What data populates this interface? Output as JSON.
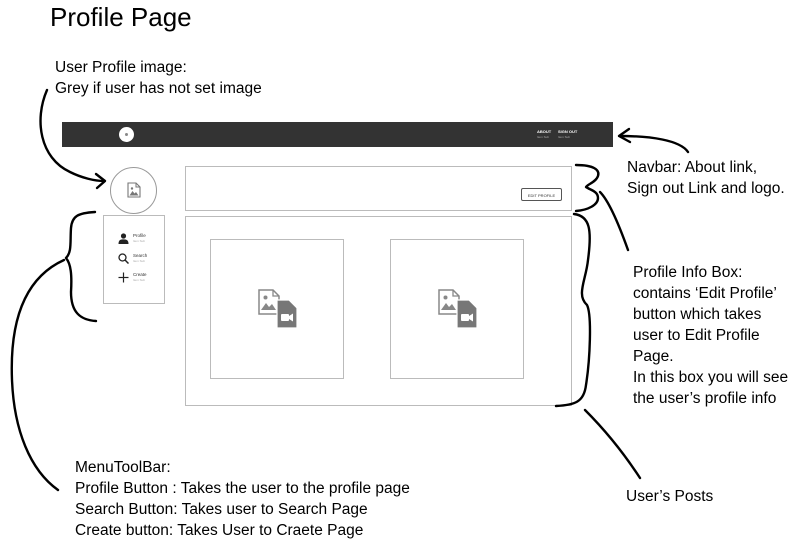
{
  "title": "Profile Page",
  "annotations": {
    "avatar_note": [
      "User Profile image:",
      "Grey if user has not set image"
    ],
    "navbar_note": [
      "Navbar: About link,",
      "Sign out Link and logo."
    ],
    "info_box_note": [
      "Profile Info Box:",
      "contains ‘Edit Profile’",
      "button which takes",
      "user to Edit Profile",
      "Page.",
      "In this box you will see",
      "the user’s profile info"
    ],
    "posts_note": "User’s Posts",
    "menu_note": [
      "MenuToolBar:",
      "Profile Button : Takes the user to the profile page",
      "Search Button: Takes user to Search Page",
      "Create button: Takes User to Craete Page"
    ]
  },
  "navbar": {
    "links": [
      {
        "label": "ABOUT",
        "sub": "Item Sub"
      },
      {
        "label": "SIGN OUT",
        "sub": "Item Sub"
      }
    ]
  },
  "menu": {
    "items": [
      {
        "label": "Profile",
        "sub": "Item Sub",
        "icon": "person-icon"
      },
      {
        "label": "Search",
        "sub": "Item Sub",
        "icon": "search-icon"
      },
      {
        "label": "Create",
        "sub": "Item Sub",
        "icon": "plus-icon"
      }
    ]
  },
  "profile_info": {
    "edit_button_label": "EDIT PROFILE"
  },
  "posts": [
    {
      "icon": "image-video-icon"
    },
    {
      "icon": "image-video-icon"
    }
  ]
}
